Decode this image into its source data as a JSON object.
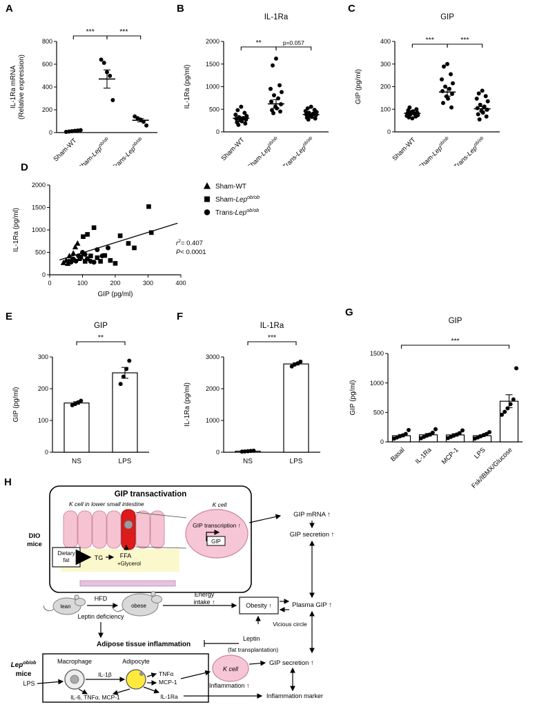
{
  "letters": {
    "A": "A",
    "B": "B",
    "C": "C",
    "D": "D",
    "E": "E",
    "F": "F",
    "G": "G",
    "H": "H"
  },
  "chart_data": [
    {
      "id": "A",
      "type": "scatter-column",
      "title": "",
      "ylabel": [
        "IL-1Ra mRNA",
        "(Relative expression)"
      ],
      "ylim": [
        0,
        800
      ],
      "yticks": [
        0,
        200,
        400,
        600,
        800
      ],
      "categories": [
        [
          {
            "t": "Sham-WT"
          }
        ],
        [
          {
            "t": "Sham-"
          },
          {
            "t": "Lep",
            "i": 1
          },
          {
            "t": "ob/ob",
            "i": 1,
            "sup": 1
          }
        ],
        [
          {
            "t": "Trans-"
          },
          {
            "t": "Lep",
            "i": 1
          },
          {
            "t": "ob/ob",
            "i": 1,
            "sup": 1
          }
        ]
      ],
      "groups": [
        {
          "points": [
            6,
            9,
            12,
            15,
            18,
            21
          ],
          "mean": 13,
          "sem": 4
        },
        {
          "points": [
            640,
            612,
            530,
            498,
            285
          ],
          "mean": 470,
          "sem": 80
        },
        {
          "points": [
            142,
            126,
            114,
            95,
            62
          ],
          "mean": 108,
          "sem": 14
        }
      ],
      "sig": [
        {
          "a": 0,
          "b": 1,
          "label": "***"
        },
        {
          "a": 1,
          "b": 2,
          "label": "***"
        }
      ]
    },
    {
      "id": "B",
      "type": "scatter-column",
      "title": "IL-1Ra",
      "ylabel": [
        "IL-1Ra (pg/ml)"
      ],
      "ylim": [
        0,
        2000
      ],
      "yticks": [
        0,
        500,
        1000,
        1500,
        2000
      ],
      "categories": [
        [
          {
            "t": "Sham-WT"
          }
        ],
        [
          {
            "t": "Sham-"
          },
          {
            "t": "Lep",
            "i": 1
          },
          {
            "t": "ob/ob",
            "i": 1,
            "sup": 1
          }
        ],
        [
          {
            "t": "Trans-"
          },
          {
            "t": "Lep",
            "i": 1
          },
          {
            "t": "ob/ob",
            "i": 1,
            "sup": 1
          }
        ]
      ],
      "groups": [
        {
          "points": [
            555,
            480,
            420,
            380,
            350,
            325,
            305,
            290,
            270,
            255,
            235,
            212,
            185,
            155
          ],
          "mean": 300,
          "sem": 30
        },
        {
          "points": [
            1620,
            1470,
            1030,
            950,
            880,
            810,
            740,
            670,
            610,
            560,
            520,
            480,
            450,
            415
          ],
          "mean": 620,
          "sem": 95
        },
        {
          "points": [
            555,
            520,
            487,
            460,
            438,
            420,
            402,
            385,
            368,
            350,
            332,
            315,
            295,
            272
          ],
          "mean": 385,
          "sem": 24
        }
      ],
      "sig": [
        {
          "a": 0,
          "b": 1,
          "label": "**"
        },
        {
          "a": 1,
          "b": 2,
          "label": "p=0.057"
        }
      ]
    },
    {
      "id": "C",
      "type": "scatter-column",
      "title": "GIP",
      "ylabel": [
        "GIP (pg/ml)"
      ],
      "ylim": [
        0,
        400
      ],
      "yticks": [
        0,
        100,
        200,
        300,
        400
      ],
      "categories": [
        [
          {
            "t": "Sham-WT"
          }
        ],
        [
          {
            "t": "Sham-"
          },
          {
            "t": "Lep",
            "i": 1
          },
          {
            "t": "ob/ob",
            "i": 1,
            "sup": 1
          }
        ],
        [
          {
            "t": "Trans-"
          },
          {
            "t": "Lep",
            "i": 1
          },
          {
            "t": "ob/ob",
            "i": 1,
            "sup": 1
          }
        ]
      ],
      "groups": [
        {
          "points": [
            60,
            64,
            68,
            71,
            74,
            77,
            80,
            82,
            85,
            88,
            91,
            95,
            100,
            108
          ],
          "mean": 82,
          "sem": 5
        },
        {
          "points": [
            300,
            289,
            255,
            232,
            215,
            200,
            190,
            180,
            168,
            157,
            147,
            128,
            108
          ],
          "mean": 176,
          "sem": 18
        },
        {
          "points": [
            182,
            170,
            158,
            147,
            135,
            120,
            112,
            105,
            98,
            92,
            85,
            78,
            68,
            55
          ],
          "mean": 102,
          "sem": 10
        }
      ],
      "sig": [
        {
          "a": 0,
          "b": 1,
          "label": "***"
        },
        {
          "a": 1,
          "b": 2,
          "label": "***"
        }
      ]
    },
    {
      "id": "D",
      "type": "scatter",
      "xlabel": "GIP (pg/ml)",
      "ylabel": "IL-1Ra (pg/ml)",
      "xlim": [
        0,
        400
      ],
      "xticks": [
        0,
        100,
        200,
        300,
        400
      ],
      "ylim": [
        0,
        2000
      ],
      "yticks": [
        0,
        500,
        1000,
        1500,
        2000
      ],
      "series": [
        {
          "name": [
            {
              "t": "Sham-WT"
            }
          ],
          "marker": "triangle",
          "points": [
            [
              42,
              270
            ],
            [
              50,
              320
            ],
            [
              55,
              250
            ],
            [
              60,
              420
            ],
            [
              66,
              330
            ],
            [
              72,
              480
            ],
            [
              78,
              620
            ],
            [
              85,
              700
            ],
            [
              90,
              360
            ]
          ]
        },
        {
          "name": [
            {
              "t": "Sham-"
            },
            {
              "t": "Lep",
              "i": 1
            },
            {
              "t": "ob/ob",
              "i": 1,
              "sup": 1
            }
          ],
          "marker": "square",
          "points": [
            [
              95,
              400
            ],
            [
              102,
              850
            ],
            [
              108,
              300
            ],
            [
              115,
              900
            ],
            [
              125,
              420
            ],
            [
              135,
              1050
            ],
            [
              145,
              380
            ],
            [
              155,
              300
            ],
            [
              168,
              430
            ],
            [
              185,
              320
            ],
            [
              200,
              255
            ],
            [
              215,
              870
            ],
            [
              240,
              700
            ],
            [
              258,
              600
            ],
            [
              302,
              1520
            ],
            [
              310,
              940
            ]
          ]
        },
        {
          "name": [
            {
              "t": "Trans-"
            },
            {
              "t": "Lep",
              "i": 1
            },
            {
              "t": "ob/ob",
              "i": 1,
              "sup": 1
            }
          ],
          "marker": "circle",
          "points": [
            [
              58,
              300
            ],
            [
              65,
              280
            ],
            [
              72,
              350
            ],
            [
              80,
              305
            ],
            [
              88,
              420
            ],
            [
              95,
              380
            ],
            [
              100,
              500
            ],
            [
              108,
              455
            ],
            [
              115,
              360
            ],
            [
              125,
              300
            ],
            [
              135,
              280
            ],
            [
              145,
              560
            ],
            [
              160,
              420
            ],
            [
              178,
              600
            ]
          ]
        }
      ],
      "fit": {
        "x1": 30,
        "y1": 330,
        "x2": 390,
        "y2": 1150
      },
      "annotation": [
        [
          {
            "t": "r",
            "i": 1
          },
          {
            "t": "2",
            "sup": 1
          },
          {
            "t": "= 0.407"
          }
        ],
        [
          {
            "t": "P",
            "i": 1
          },
          {
            "t": "< 0.0001"
          }
        ]
      ]
    },
    {
      "id": "E",
      "type": "bar-scatter",
      "title": "GIP",
      "ylabel": [
        "GIP (pg/ml)"
      ],
      "ylim": [
        0,
        300
      ],
      "yticks": [
        0,
        100,
        200,
        300
      ],
      "categories": [
        [
          {
            "t": "NS"
          }
        ],
        [
          {
            "t": "LPS"
          }
        ]
      ],
      "groups": [
        {
          "points": [
            148,
            152,
            157,
            162
          ],
          "mean": 155,
          "sem": 4
        },
        {
          "points": [
            215,
            238,
            262,
            288
          ],
          "mean": 250,
          "sem": 17
        }
      ],
      "sig": [
        {
          "a": 0,
          "b": 1,
          "label": "**"
        }
      ]
    },
    {
      "id": "F",
      "type": "bar-scatter",
      "title": "IL-1Ra",
      "ylabel": [
        "IL-1Ra (pg/ml)"
      ],
      "ylim": [
        0,
        3000
      ],
      "yticks": [
        0,
        1000,
        2000,
        3000
      ],
      "categories": [
        [
          {
            "t": "NS"
          }
        ],
        [
          {
            "t": "LPS"
          }
        ]
      ],
      "groups": [
        {
          "points": [
            18,
            25,
            32,
            40,
            48
          ],
          "mean": 33,
          "sem": 6
        },
        {
          "points": [
            2700,
            2760,
            2800,
            2850
          ],
          "mean": 2780,
          "sem": 35
        }
      ],
      "sig": [
        {
          "a": 0,
          "b": 1,
          "label": "***"
        }
      ]
    },
    {
      "id": "G",
      "type": "bar-scatter",
      "title": "GIP",
      "ylabel": [
        "GIP (pg/ml)"
      ],
      "ylim": [
        0,
        1500
      ],
      "yticks": [
        0,
        500,
        1000,
        1500
      ],
      "categories": [
        [
          {
            "t": "Basal"
          }
        ],
        [
          {
            "t": "IL-1Ra"
          }
        ],
        [
          {
            "t": "MCP-1"
          }
        ],
        [
          {
            "t": "LPS"
          }
        ],
        [
          {
            "t": "Fsk/IBMX/Glucose"
          }
        ]
      ],
      "groups": [
        {
          "points": [
            55,
            75,
            95,
            112,
            135,
            200
          ],
          "mean": 105,
          "sem": 20
        },
        {
          "points": [
            62,
            85,
            105,
            125,
            155,
            215
          ],
          "mean": 120,
          "sem": 22
        },
        {
          "points": [
            65,
            85,
            105,
            125,
            148,
            195
          ],
          "mean": 118,
          "sem": 20
        },
        {
          "points": [
            55,
            75,
            95,
            115,
            135,
            165
          ],
          "mean": 105,
          "sem": 15
        },
        {
          "points": [
            460,
            510,
            570,
            640,
            720,
            1250
          ],
          "mean": 690,
          "sem": 110
        }
      ],
      "sig": [
        {
          "a": 0,
          "b": 4,
          "label": "***"
        }
      ]
    }
  ],
  "h": {
    "title": "GIP transactivation",
    "kcell_intestine": "K cell in lower small intestine",
    "kcell_top": "K cell",
    "dio_l1": "DIO",
    "dio_l2": "mice",
    "dietary_l1": "Dietary",
    "dietary_l2": "fat",
    "tg": "TG",
    "ffa": "FFA",
    "glycerol": "+Glycerol",
    "gip_transcription": "GIP transcription ↑",
    "gip_box": "GIP",
    "gip_mrna": "GIP mRNA ↑",
    "gip_secretion_top": "GIP secretion ↑",
    "plasma_gip": "Plasma GIP ↑",
    "lean": "lean",
    "hfd": "HFD",
    "obese": "obese",
    "leptin_deficiency": "Leptin deficiency",
    "energy_l1": "Energy",
    "energy_l2": "intake ↑",
    "obesity": "Obesity ↑",
    "vicious": "Vicious circle",
    "adipose": "Adipose tissue inflammation",
    "leptin": "Leptin",
    "fat_transplant": "(fat transplantation)",
    "lep_base": "Lep",
    "lep_sup": "ob/ob",
    "lep_mice": "mice",
    "macrophage": "Macrophage",
    "adipocyte": "Adipocyte",
    "il1b": "IL-1β",
    "tnfa": "TNFα",
    "mcp1": "MCP-1",
    "lps": "LPS",
    "cytokines": "IL-6, TNFα, MCP-1",
    "il1ra": "IL-1Ra",
    "kcell_bottom": "K cell",
    "gip_secretion_bottom": "GIP secretion ↑",
    "inflammation": "Inflammation ↑",
    "inflammation_marker": "Inflammation marker"
  }
}
